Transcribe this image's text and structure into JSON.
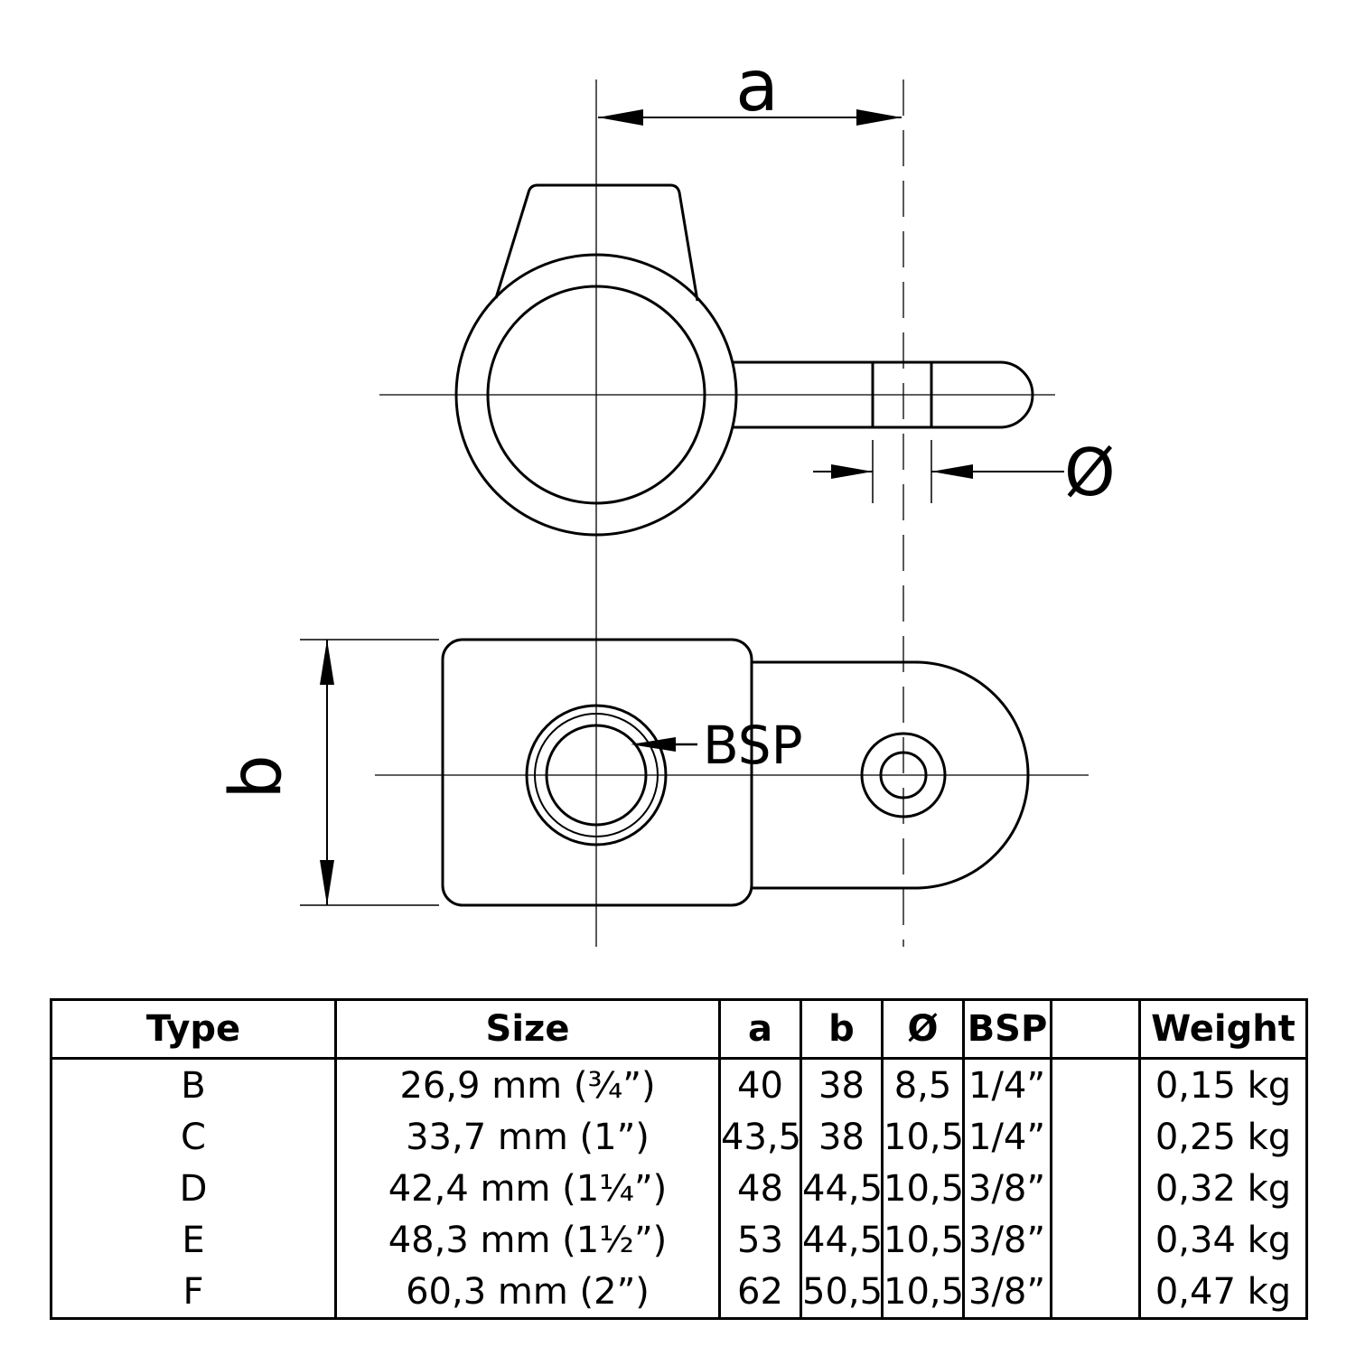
{
  "drawing": {
    "labels": {
      "dim_a": "a",
      "dim_b": "b",
      "diameter": "Ø",
      "bsp": "BSP"
    }
  },
  "table": {
    "headers": [
      "Type",
      "Size",
      "a",
      "b",
      "Ø",
      "BSP",
      "",
      "Weight"
    ],
    "rows": [
      {
        "type": "B",
        "size": "26,9 mm (¾”)",
        "a": "40",
        "b": "38",
        "diameter": "8,5",
        "bsp": "1/4”",
        "extra": "",
        "weight": "0,15 kg"
      },
      {
        "type": "C",
        "size": "33,7 mm (1”)",
        "a": "43,5",
        "b": "38",
        "diameter": "10,5",
        "bsp": "1/4”",
        "extra": "",
        "weight": "0,25 kg"
      },
      {
        "type": "D",
        "size": "42,4 mm (1¼”)",
        "a": "48",
        "b": "44,5",
        "diameter": "10,5",
        "bsp": "3/8”",
        "extra": "",
        "weight": "0,32 kg"
      },
      {
        "type": "E",
        "size": "48,3 mm (1½”)",
        "a": "53",
        "b": "44,5",
        "diameter": "10,5",
        "bsp": "3/8”",
        "extra": "",
        "weight": "0,34 kg"
      },
      {
        "type": "F",
        "size": "60,3 mm (2”)",
        "a": "62",
        "b": "50,5",
        "diameter": "10,5",
        "bsp": "3/8”",
        "extra": "",
        "weight": "0,47 kg"
      }
    ]
  }
}
